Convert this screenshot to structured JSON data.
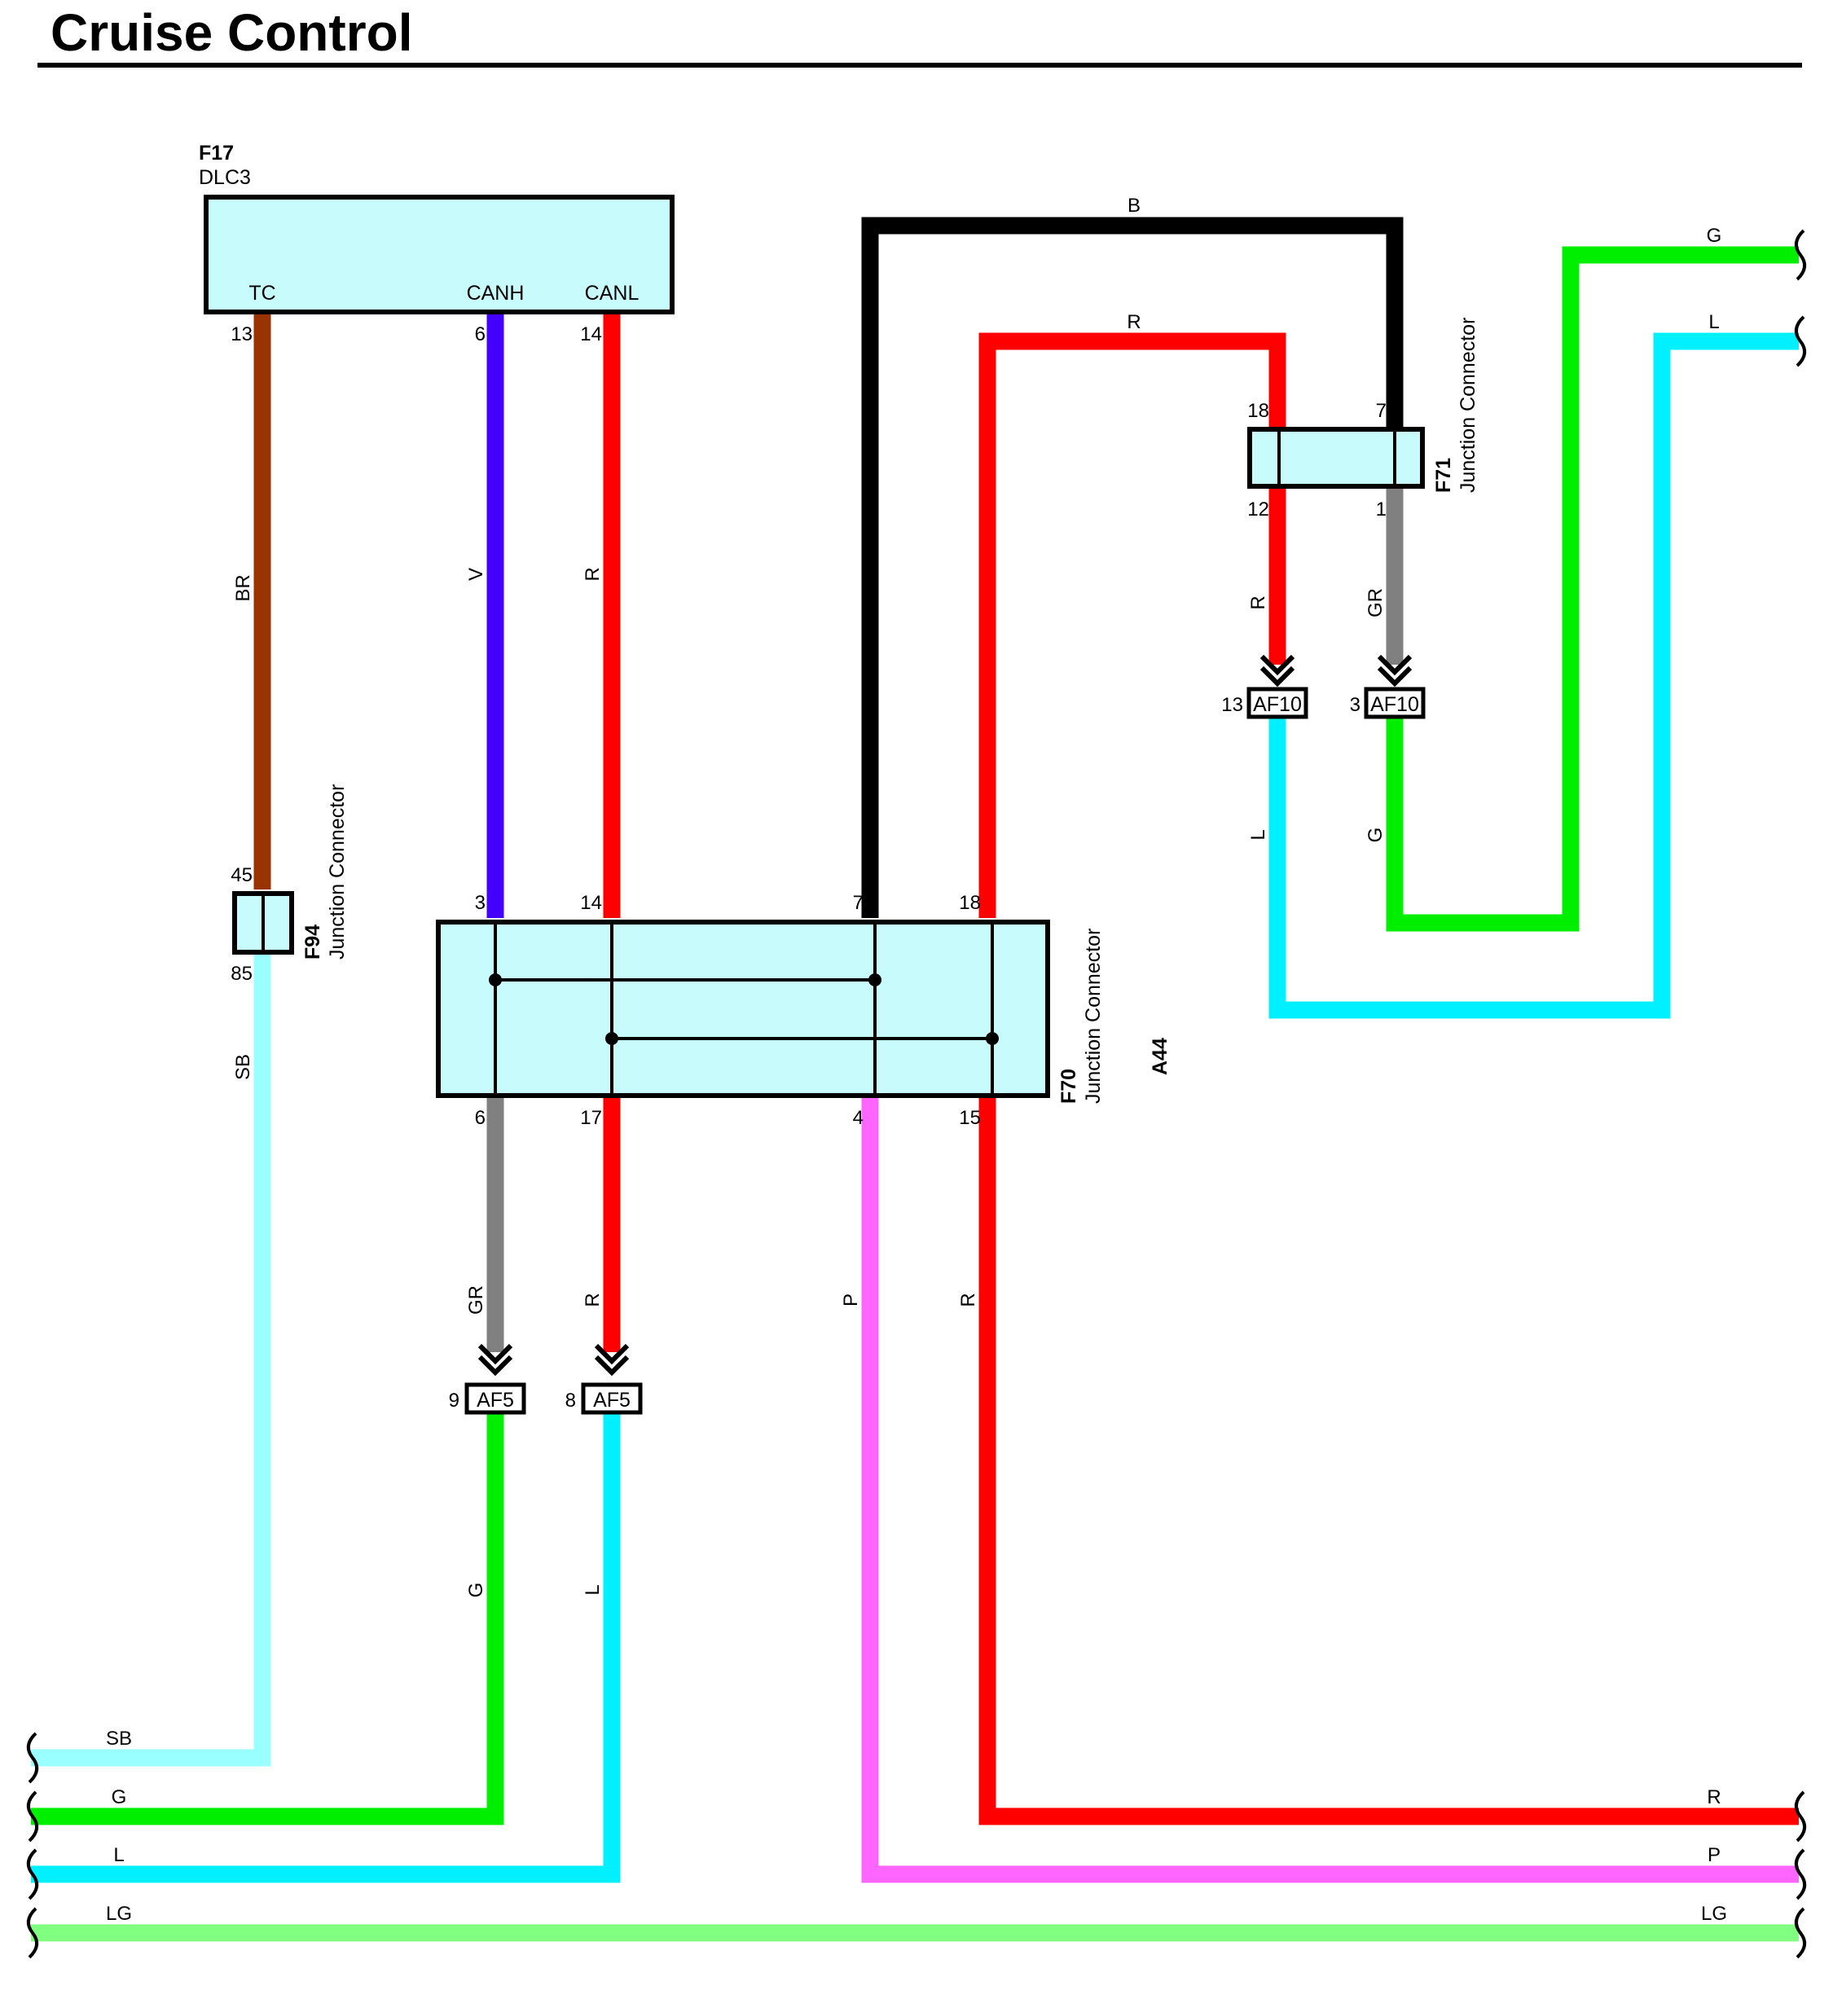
{
  "page": {
    "title": "Cruise Control"
  },
  "colors": {
    "BR": "#993300",
    "V": "#4400ff",
    "R": "#ff0000",
    "B": "#000000",
    "GR": "#808080",
    "G": "#00ee00",
    "L": "#00f0ff",
    "SB": "#99ffff",
    "P": "#ff66ff",
    "LG": "#80ff80",
    "box": "#c8fcfc"
  },
  "connectors": {
    "f17": {
      "code": "F17",
      "name": "DLC3",
      "pins": {
        "tc": "TC",
        "canh": "CANH",
        "canl": "CANL"
      },
      "pin_numbers": {
        "tc": "13",
        "canh": "6",
        "canl": "14"
      }
    },
    "f94": {
      "code": "F94",
      "name": "Junction Connector",
      "pin_top": "45",
      "pin_bottom": "85"
    },
    "f70": {
      "code": "F70",
      "name": "Junction Connector",
      "pins_top": [
        "3",
        "14",
        "7",
        "18"
      ],
      "pins_bottom": [
        "6",
        "17",
        "4",
        "15"
      ]
    },
    "a44": {
      "code": "A44"
    },
    "f71": {
      "code": "F71",
      "name": "Junction Connector",
      "pins_top": [
        "18",
        "7"
      ],
      "pins_bottom": [
        "12",
        "1"
      ]
    },
    "af5": {
      "code": "AF5",
      "pins": [
        "9",
        "8"
      ]
    },
    "af10": {
      "code": "AF10",
      "pins": [
        "13",
        "3"
      ]
    }
  },
  "wire_labels": {
    "tc_br": "BR",
    "canh_v": "V",
    "canl_r": "R",
    "f94_sb": "SB",
    "b_top": "B",
    "r_top": "R",
    "g_right": "G",
    "l_right": "L",
    "f71_r": "R",
    "f71_gr": "GR",
    "af10_l": "L",
    "af10_g": "G",
    "f70_gr": "GR",
    "f70_r17": "R",
    "f70_p": "P",
    "f70_r15": "R",
    "af5_g": "G",
    "af5_l": "L",
    "bus_sb": "SB",
    "bus_g": "G",
    "bus_l": "L",
    "bus_lg": "LG",
    "bus_r_right": "R",
    "bus_p_right": "P",
    "bus_lg_right": "LG"
  }
}
